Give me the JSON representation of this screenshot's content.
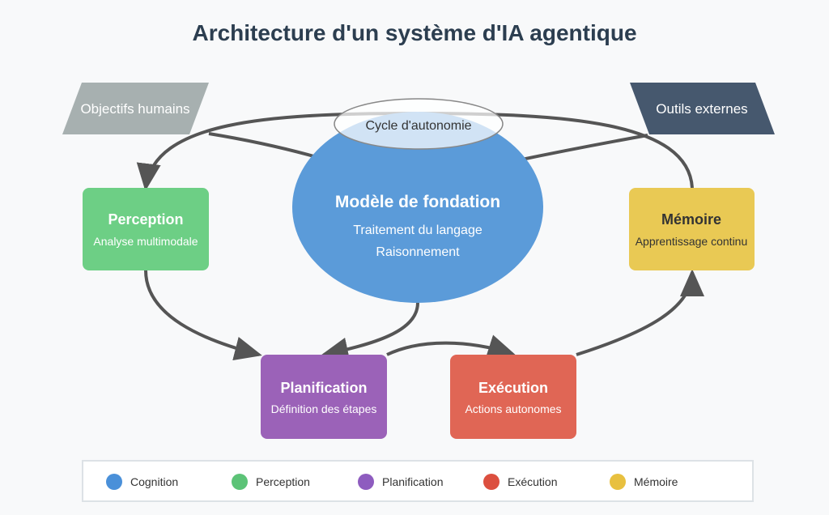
{
  "title": "Architecture d'un système d'IA agentique",
  "inputs": {
    "human_goals": "Objectifs humains",
    "external_tools": "Outils externes"
  },
  "cycle_label": "Cycle d'autonomie",
  "foundation": {
    "title": "Modèle de fondation",
    "line1": "Traitement du langage",
    "line2": "Raisonnement"
  },
  "nodes": {
    "perception": {
      "title": "Perception",
      "subtitle": "Analyse multimodale"
    },
    "memory": {
      "title": "Mémoire",
      "subtitle": "Apprentissage continu"
    },
    "planning": {
      "title": "Planification",
      "subtitle": "Définition des étapes"
    },
    "execution": {
      "title": "Exécution",
      "subtitle": "Actions autonomes"
    }
  },
  "legend": [
    {
      "label": "Cognition",
      "color": "#4a90d9"
    },
    {
      "label": "Perception",
      "color": "#5cc377"
    },
    {
      "label": "Planification",
      "color": "#8e5cbf"
    },
    {
      "label": "Exécution",
      "color": "#dc4f3f"
    },
    {
      "label": "Mémoire",
      "color": "#e8c03f"
    }
  ],
  "colors": {
    "foundation": "#5b9bd9",
    "perception": "#6dcf85",
    "memory": "#e9c954",
    "planning": "#9b62b8",
    "execution": "#e06655",
    "human_goals": "#a7b0b0",
    "external_tools": "#46586e",
    "arrow": "#555555"
  }
}
